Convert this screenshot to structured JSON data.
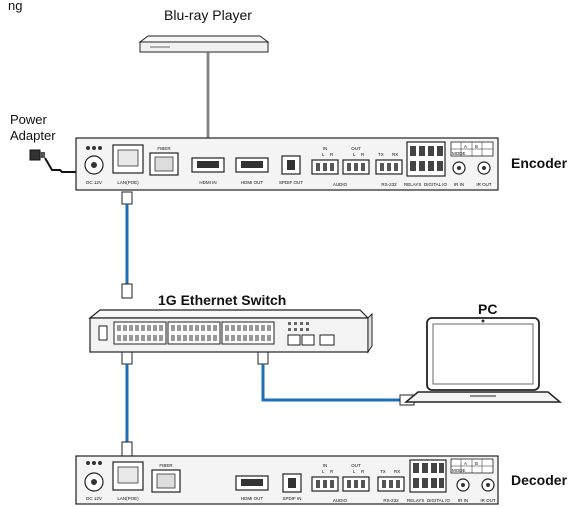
{
  "diagram": {
    "partial_top_text": "ng",
    "bluray_label": "Blu-ray Player",
    "power_label_line1": "Power",
    "power_label_line2": "Adapter",
    "encoder_label": "Encoder",
    "decoder_label": "Decoder",
    "switch_label": "1G Ethernet Switch",
    "pc_label": "PC",
    "cable_color": "#1e6fb8",
    "encoder_ports": {
      "dc": "DC 12V",
      "lan": "LAN(POE)",
      "fiber": "FIBER",
      "hdmi_in": "HDMI IN",
      "hdmi_out": "HDMI OUT",
      "spdif": "SPDIF OUT",
      "audio": "AUDIO",
      "in": "IN",
      "out": "OUT",
      "l": "L",
      "r": "R",
      "tx": "TX",
      "rx": "RX",
      "rs232": "RS-232",
      "relays": "RELAYS",
      "digital_io": "DIGITAL IO",
      "ir_in": "IR IN",
      "ir_out": "IR OUT",
      "a": "A",
      "b": "B",
      "mode": "MODE"
    },
    "decoder_ports": {
      "dc": "DC 12V",
      "lan": "LAN(POE)",
      "fiber": "FIBER",
      "hdmi_out": "HDMI OUT",
      "spdif": "SPDIF IN",
      "audio": "AUDIO",
      "in": "IN",
      "out": "OUT",
      "l": "L",
      "r": "R",
      "tx": "TX",
      "rx": "RX",
      "rs232": "RS-232",
      "relays": "RELAYS",
      "digital_io": "DIGITAL IO",
      "ir_in": "IR IN",
      "ir_out": "IR OUT",
      "a": "A",
      "b": "B",
      "mode": "MODE"
    }
  }
}
